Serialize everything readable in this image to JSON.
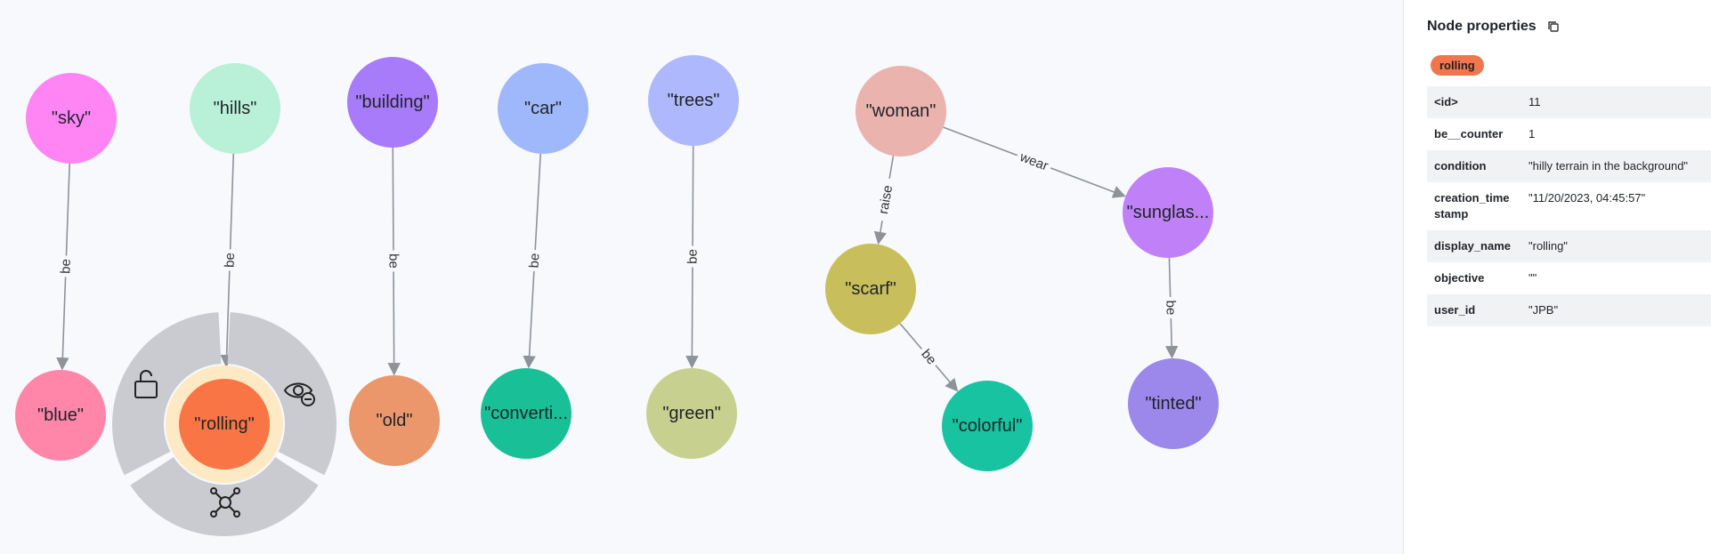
{
  "graph": {
    "nodes": [
      {
        "id": "sky",
        "label": "\"sky\"",
        "color": "#ff85f5"
      },
      {
        "id": "hills",
        "label": "\"hills\"",
        "color": "#b8f0d8"
      },
      {
        "id": "building",
        "label": "\"building\"",
        "color": "#a77bfa"
      },
      {
        "id": "car",
        "label": "\"car\"",
        "color": "#9fb8fb"
      },
      {
        "id": "trees",
        "label": "\"trees\"",
        "color": "#aeb8fd"
      },
      {
        "id": "woman",
        "label": "\"woman\"",
        "color": "#ebb3ae"
      },
      {
        "id": "sunglasses",
        "label": "\"sunglas...",
        "color": "#c080f8"
      },
      {
        "id": "scarf",
        "label": "\"scarf\"",
        "color": "#c8bf5c"
      },
      {
        "id": "blue",
        "label": "\"blue\"",
        "color": "#ff86a8"
      },
      {
        "id": "rolling",
        "label": "\"rolling\"",
        "color": "#f97546"
      },
      {
        "id": "old",
        "label": "\"old\"",
        "color": "#ec976b"
      },
      {
        "id": "convertible",
        "label": "\"converti...",
        "color": "#19c097"
      },
      {
        "id": "green",
        "label": "\"green\"",
        "color": "#c8d08f"
      },
      {
        "id": "colorful",
        "label": "\"colorful\"",
        "color": "#18c3a2"
      },
      {
        "id": "tinted",
        "label": "\"tinted\"",
        "color": "#9b88ea"
      }
    ],
    "edges": [
      {
        "from": "sky",
        "to": "blue",
        "label": "be"
      },
      {
        "from": "hills",
        "to": "rolling",
        "label": "be"
      },
      {
        "from": "building",
        "to": "old",
        "label": "be"
      },
      {
        "from": "car",
        "to": "convertible",
        "label": "be"
      },
      {
        "from": "trees",
        "to": "green",
        "label": "be"
      },
      {
        "from": "woman",
        "to": "scarf",
        "label": "raise"
      },
      {
        "from": "woman",
        "to": "sunglasses",
        "label": "wear"
      },
      {
        "from": "scarf",
        "to": "colorful",
        "label": "be"
      },
      {
        "from": "sunglasses",
        "to": "tinted",
        "label": "be"
      }
    ],
    "selected_node": "rolling",
    "context_menu": {
      "items": [
        {
          "name": "unlock-icon",
          "action": "unlock"
        },
        {
          "name": "hide-icon",
          "action": "hide"
        },
        {
          "name": "expand-relationships-icon",
          "action": "expand"
        }
      ]
    }
  },
  "panel": {
    "title": "Node properties",
    "copy_icon": "copy-icon",
    "label_pill": "rolling",
    "label_color": "#f0774d",
    "properties": [
      {
        "key": "<id>",
        "value": "11"
      },
      {
        "key": "be__counter",
        "value": "1"
      },
      {
        "key": "condition",
        "value": "\"hilly terrain in the background\""
      },
      {
        "key": "creation_timestamp",
        "value": "\"11/20/2023, 04:45:57\""
      },
      {
        "key": "display_name",
        "value": "\"rolling\""
      },
      {
        "key": "objective",
        "value": "\"\""
      },
      {
        "key": "user_id",
        "value": "\"JPB\""
      }
    ]
  }
}
